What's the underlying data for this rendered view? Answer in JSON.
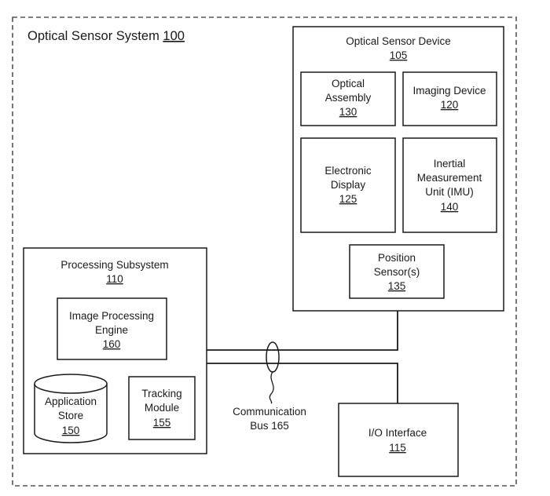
{
  "system": {
    "label": "Optical Sensor System",
    "ref": "100"
  },
  "optical_sensor_device": {
    "label": "Optical Sensor Device",
    "ref": "105"
  },
  "optical_assembly": {
    "lines": [
      "Optical",
      "Assembly"
    ],
    "ref": "130"
  },
  "imaging_device": {
    "lines": [
      "Imaging Device"
    ],
    "ref": "120"
  },
  "electronic_display": {
    "lines": [
      "Electronic",
      "Display"
    ],
    "ref": "125"
  },
  "imu": {
    "lines": [
      "Inertial",
      "Measurement",
      "Unit (IMU)"
    ],
    "ref": "140"
  },
  "position_sensors": {
    "lines": [
      "Position",
      "Sensor(s)"
    ],
    "ref": "135"
  },
  "processing_subsystem": {
    "label": "Processing Subsystem",
    "ref": "110"
  },
  "image_processing_engine": {
    "lines": [
      "Image Processing",
      "Engine"
    ],
    "ref": "160"
  },
  "application_store": {
    "lines": [
      "Application",
      "Store"
    ],
    "ref": "150"
  },
  "tracking_module": {
    "lines": [
      "Tracking",
      "Module"
    ],
    "ref": "155"
  },
  "communication_bus": {
    "lines": [
      "Communication",
      "Bus 165"
    ]
  },
  "io_interface": {
    "lines": [
      "I/O Interface"
    ],
    "ref": "115"
  }
}
